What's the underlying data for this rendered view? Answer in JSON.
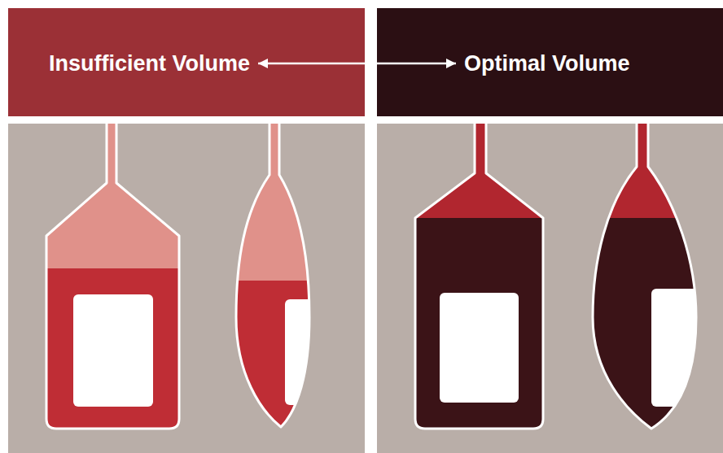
{
  "diagram": {
    "nodes": [
      {
        "text": [
          "Insufficient Volume"
        ]
      },
      {
        "text": [
          "Optimal Volume"
        ]
      }
    ],
    "edges": [
      {
        "from": 0,
        "to": 1,
        "arrow": "both"
      }
    ]
  }
}
